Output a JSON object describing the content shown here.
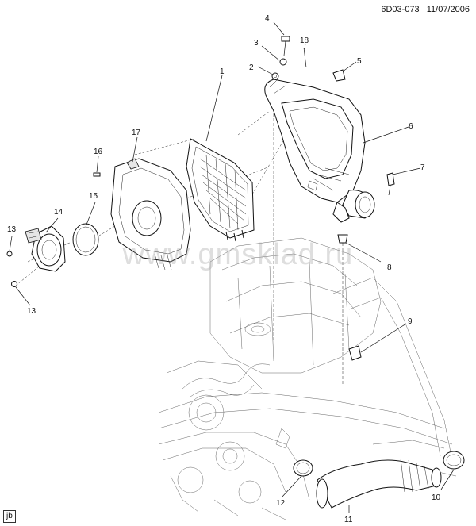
{
  "header": {
    "code": "6D03-073",
    "date": "11/07/2006"
  },
  "watermark": "www.gmsklad.ru",
  "corner_tag": "jb",
  "callouts": [
    "1",
    "2",
    "3",
    "4",
    "5",
    "6",
    "7",
    "8",
    "9",
    "10",
    "11",
    "12",
    "13",
    "13",
    "14",
    "15",
    "16",
    "17",
    "18"
  ]
}
